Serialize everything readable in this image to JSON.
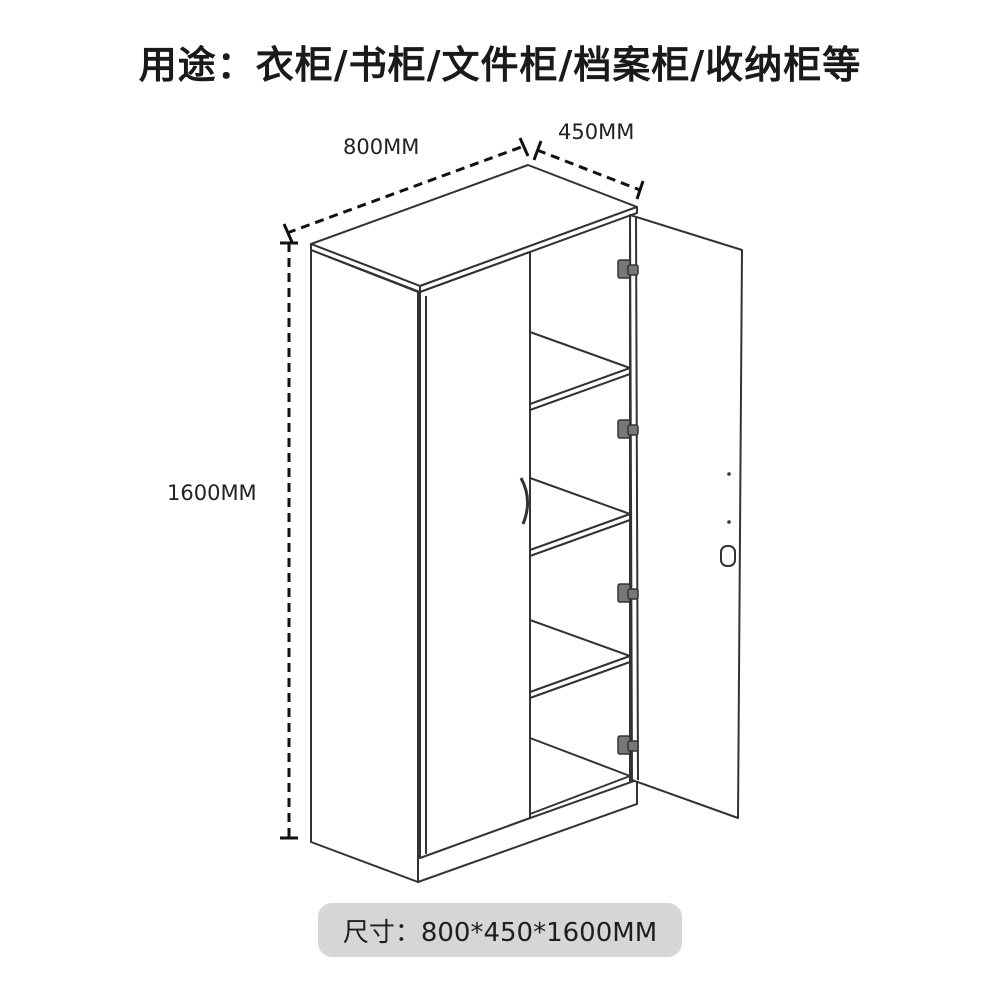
{
  "title": "用途：衣柜/书柜/文件柜/档案柜/收纳柜等",
  "dimensions": {
    "width_label": "800MM",
    "depth_label": "450MM",
    "height_label": "1600MM"
  },
  "size_caption": "尺寸：800*450*1600MM",
  "colors": {
    "line": "#333333",
    "pill_background": "#d6d6d6"
  }
}
